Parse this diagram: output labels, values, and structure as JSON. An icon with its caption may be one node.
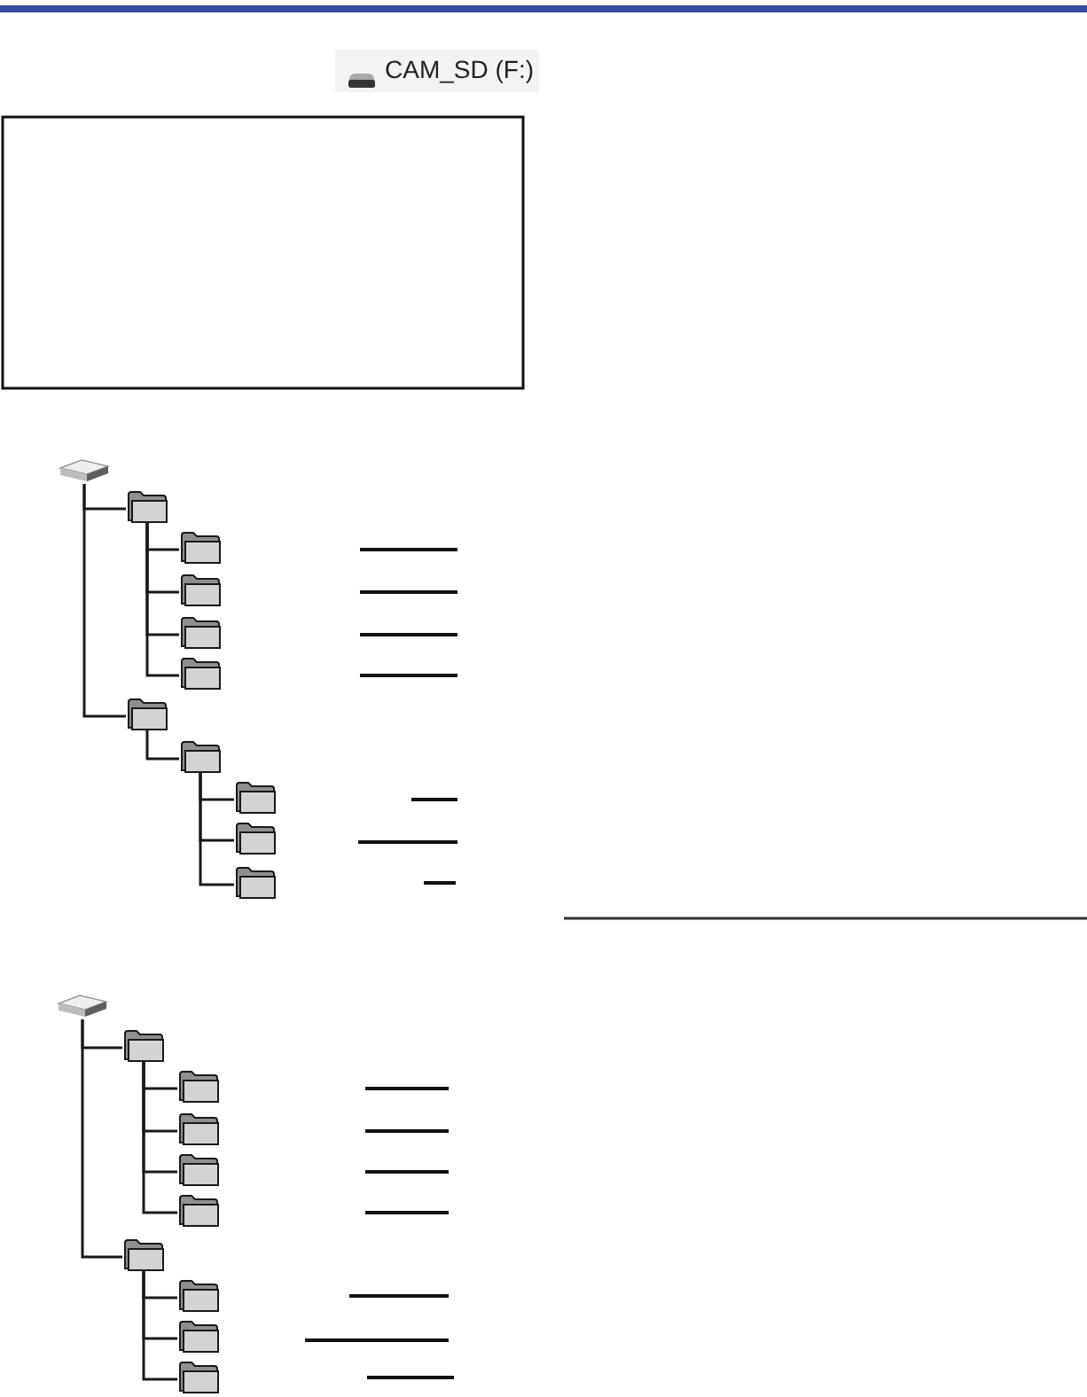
{
  "diagram": {
    "nodes": [
      {
        "text": [],
        "shape": "drive"
      },
      {
        "text": [],
        "shape": "folder"
      },
      {
        "text": [],
        "shape": "folder"
      },
      {
        "text": [],
        "shape": "folder"
      },
      {
        "text": [],
        "shape": "folder"
      },
      {
        "text": [],
        "shape": "folder"
      },
      {
        "text": [],
        "shape": "folder"
      },
      {
        "text": [],
        "shape": "folder"
      },
      {
        "text": [],
        "shape": "folder"
      },
      {
        "text": [],
        "shape": "folder"
      },
      {
        "text": [],
        "shape": "folder"
      },
      {
        "text": [],
        "shape": "drive"
      },
      {
        "text": [],
        "shape": "folder"
      },
      {
        "text": [],
        "shape": "folder"
      },
      {
        "text": [],
        "shape": "folder"
      },
      {
        "text": [],
        "shape": "folder"
      },
      {
        "text": [],
        "shape": "folder"
      },
      {
        "text": [],
        "shape": "folder"
      },
      {
        "text": [],
        "shape": "folder"
      },
      {
        "text": [],
        "shape": "folder"
      },
      {
        "text": [],
        "shape": "folder"
      }
    ],
    "edges": [
      {
        "from": 0,
        "to": 1,
        "arrow": "none"
      },
      {
        "from": 0,
        "to": 6,
        "arrow": "none"
      },
      {
        "from": 1,
        "to": 2,
        "arrow": "none"
      },
      {
        "from": 1,
        "to": 3,
        "arrow": "none"
      },
      {
        "from": 1,
        "to": 4,
        "arrow": "none"
      },
      {
        "from": 1,
        "to": 5,
        "arrow": "none"
      },
      {
        "from": 6,
        "to": 7,
        "arrow": "none"
      },
      {
        "from": 7,
        "to": 8,
        "arrow": "none"
      },
      {
        "from": 7,
        "to": 9,
        "arrow": "none"
      },
      {
        "from": 7,
        "to": 10,
        "arrow": "none"
      },
      {
        "from": 11,
        "to": 12,
        "arrow": "none"
      },
      {
        "from": 11,
        "to": 17,
        "arrow": "none"
      },
      {
        "from": 12,
        "to": 13,
        "arrow": "none"
      },
      {
        "from": 12,
        "to": 14,
        "arrow": "none"
      },
      {
        "from": 12,
        "to": 15,
        "arrow": "none"
      },
      {
        "from": 12,
        "to": 16,
        "arrow": "none"
      },
      {
        "from": 17,
        "to": 18,
        "arrow": "none"
      },
      {
        "from": 17,
        "to": 19,
        "arrow": "none"
      },
      {
        "from": 17,
        "to": 20,
        "arrow": "none"
      }
    ],
    "labels": [
      "CAM_SD (F:)"
    ]
  }
}
